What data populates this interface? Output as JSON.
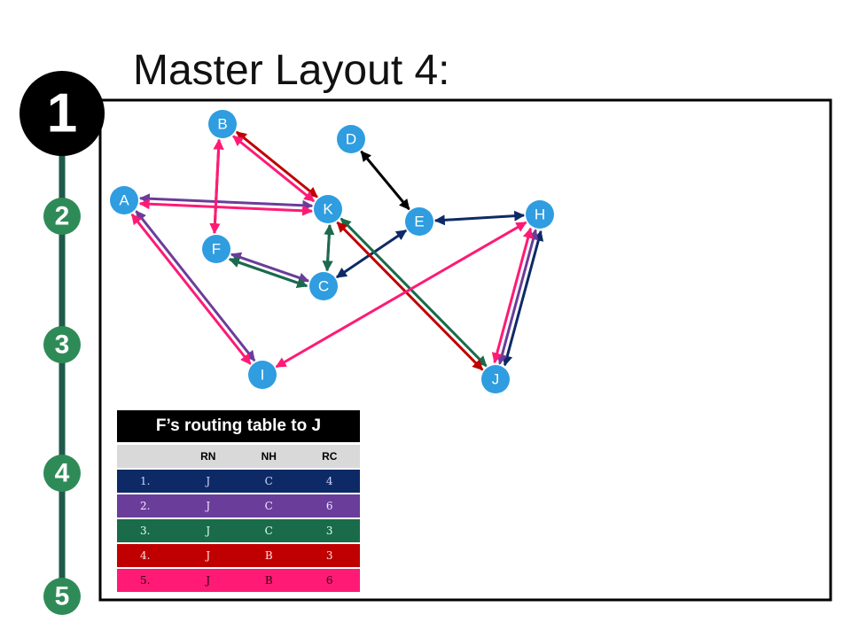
{
  "slide": {
    "title": "Master Layout 4:"
  },
  "steps": [
    {
      "label": "1",
      "active": true
    },
    {
      "label": "2",
      "active": false
    },
    {
      "label": "3",
      "active": false
    },
    {
      "label": "4",
      "active": false
    },
    {
      "label": "5",
      "active": false
    }
  ],
  "colors": {
    "step_active": "#000000",
    "step_inactive": "#2e8b57",
    "timeline": "#1f5a4a",
    "node_fill": "#2f9de0",
    "node_text": "#ffffff",
    "navy": "#0e2a66",
    "purple": "#6a3d9a",
    "green": "#1a6b4a",
    "red": "#c00000",
    "pink": "#ff1a75",
    "black": "#000000"
  },
  "nodes": [
    {
      "id": "B",
      "label": "B"
    },
    {
      "id": "D",
      "label": "D"
    },
    {
      "id": "A",
      "label": "A"
    },
    {
      "id": "K",
      "label": "K"
    },
    {
      "id": "E",
      "label": "E"
    },
    {
      "id": "H",
      "label": "H"
    },
    {
      "id": "F",
      "label": "F"
    },
    {
      "id": "C",
      "label": "C"
    },
    {
      "id": "I",
      "label": "I"
    },
    {
      "id": "J",
      "label": "J"
    }
  ],
  "edges": [
    {
      "from": "D",
      "to": "E",
      "color": "black"
    },
    {
      "from": "E",
      "to": "H",
      "color": "navy"
    },
    {
      "from": "E",
      "to": "C",
      "color": "navy"
    },
    {
      "from": "C",
      "to": "F",
      "color": "navy"
    },
    {
      "from": "H",
      "to": "J",
      "color": "navy"
    },
    {
      "from": "A",
      "to": "K",
      "color": "purple"
    },
    {
      "from": "K",
      "to": "C",
      "color": "purple"
    },
    {
      "from": "C",
      "to": "F",
      "color": "purple"
    },
    {
      "from": "A",
      "to": "I",
      "color": "purple"
    },
    {
      "from": "H",
      "to": "J",
      "color": "purple"
    },
    {
      "from": "F",
      "to": "C",
      "color": "green"
    },
    {
      "from": "C",
      "to": "K",
      "color": "green"
    },
    {
      "from": "K",
      "to": "J",
      "color": "green"
    },
    {
      "from": "F",
      "to": "B",
      "color": "red"
    },
    {
      "from": "B",
      "to": "K",
      "color": "red"
    },
    {
      "from": "K",
      "to": "J",
      "color": "red"
    },
    {
      "from": "B",
      "to": "F",
      "color": "pink"
    },
    {
      "from": "A",
      "to": "K",
      "color": "pink"
    },
    {
      "from": "A",
      "to": "I",
      "color": "pink"
    },
    {
      "from": "I",
      "to": "H",
      "color": "pink"
    },
    {
      "from": "H",
      "to": "J",
      "color": "pink"
    },
    {
      "from": "B",
      "to": "K",
      "color": "pink"
    }
  ],
  "routing_table": {
    "title": "F’s routing table to J",
    "headers": [
      "",
      "RN",
      "NH",
      "RC"
    ],
    "rows": [
      {
        "cells": [
          "1.",
          "J",
          "C",
          "4"
        ],
        "color": "#0e2a66",
        "text": "#d0d6ff"
      },
      {
        "cells": [
          "2.",
          "J",
          "C",
          "6"
        ],
        "color": "#6a3d9a",
        "text": "#f0e6ff"
      },
      {
        "cells": [
          "3.",
          "J",
          "C",
          "3"
        ],
        "color": "#1a6b4a",
        "text": "#e0fff0"
      },
      {
        "cells": [
          "4.",
          "J",
          "B",
          "3"
        ],
        "color": "#c00000",
        "text": "#ffe0e0"
      },
      {
        "cells": [
          "5.",
          "J",
          "B",
          "6"
        ],
        "color": "#ff1a75",
        "text": "#330010"
      }
    ]
  }
}
